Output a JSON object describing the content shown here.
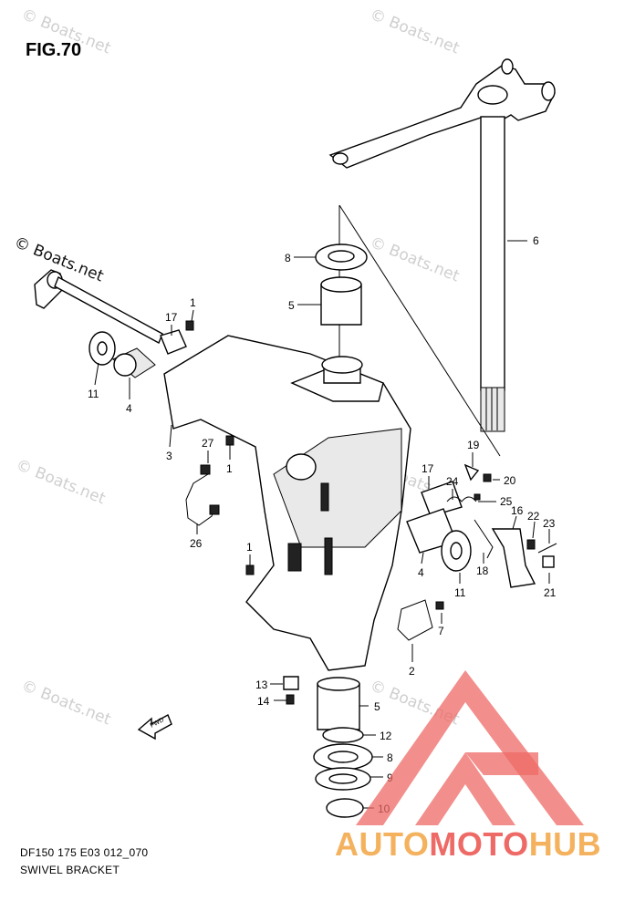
{
  "figure": {
    "title": "FIG.70",
    "caption_code": "DF150 175 E03 012_070",
    "caption_title": "SWIVEL BRACKET"
  },
  "watermark": {
    "main": "© Boats.net",
    "faint": "© Boats.net"
  },
  "callouts": [
    {
      "id": "c1a",
      "label": "1"
    },
    {
      "id": "c17a",
      "label": "17"
    },
    {
      "id": "c11a",
      "label": "11"
    },
    {
      "id": "c4a",
      "label": "4"
    },
    {
      "id": "c3",
      "label": "3"
    },
    {
      "id": "c27",
      "label": "27"
    },
    {
      "id": "c1b",
      "label": "1"
    },
    {
      "id": "c26",
      "label": "26"
    },
    {
      "id": "c8a",
      "label": "8"
    },
    {
      "id": "c5a",
      "label": "5"
    },
    {
      "id": "c6",
      "label": "6"
    },
    {
      "id": "c19",
      "label": "19"
    },
    {
      "id": "c20",
      "label": "20"
    },
    {
      "id": "c17b",
      "label": "17"
    },
    {
      "id": "c24",
      "label": "24"
    },
    {
      "id": "c25",
      "label": "25"
    },
    {
      "id": "c16",
      "label": "16"
    },
    {
      "id": "c22",
      "label": "22"
    },
    {
      "id": "c23",
      "label": "23"
    },
    {
      "id": "c18",
      "label": "18"
    },
    {
      "id": "c21",
      "label": "21"
    },
    {
      "id": "c4b",
      "label": "4"
    },
    {
      "id": "c11b",
      "label": "11"
    },
    {
      "id": "c1c",
      "label": "1"
    },
    {
      "id": "c7",
      "label": "7"
    },
    {
      "id": "c2",
      "label": "2"
    },
    {
      "id": "c13",
      "label": "13"
    },
    {
      "id": "c14",
      "label": "14"
    },
    {
      "id": "c5b",
      "label": "5"
    },
    {
      "id": "c12",
      "label": "12"
    },
    {
      "id": "c8b",
      "label": "8"
    },
    {
      "id": "c9",
      "label": "9"
    },
    {
      "id": "c10",
      "label": "10"
    }
  ],
  "fwd_arrow": {
    "label": "FWD"
  },
  "logo": {
    "text_part1": "AUTO",
    "text_part2": "MOTO",
    "text_part3": "HUB",
    "colors": {
      "orange": "#f4b25e",
      "red": "#ee6a66"
    }
  }
}
